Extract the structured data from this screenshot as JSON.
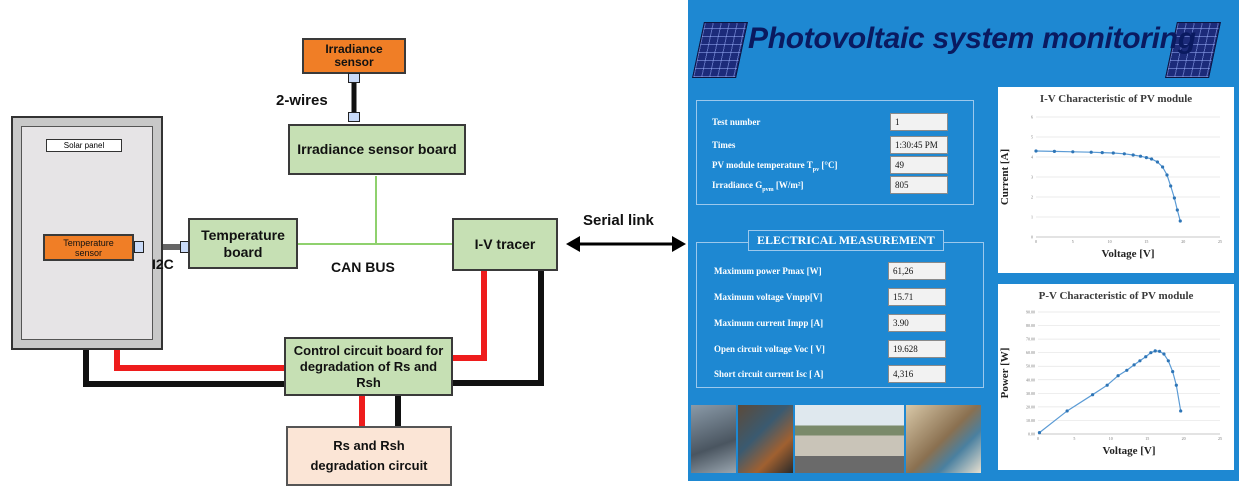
{
  "diagram": {
    "solar_panel_label": "Solar panel",
    "temperature_sensor_label": "Temperature sensor",
    "i2c_label": "I2C",
    "temperature_board_label": "Temperature board",
    "irradiance_sensor_label": "Irradiance sensor",
    "two_wires_label": "2-wires",
    "irradiance_board_label": "Irradiance sensor board",
    "can_bus_label": "CAN BUS",
    "iv_tracer_label": "I-V tracer",
    "serial_link_label": "Serial link",
    "control_board_label": "Control circuit board for degradation of Rs and Rsh",
    "degradation_circuit_label": "Rs and Rsh degradation circuit"
  },
  "monitor": {
    "title": "Photovoltaic system monitoring",
    "info_fields": [
      {
        "label": "Test number",
        "value": "1"
      },
      {
        "label": "Times",
        "value": "1:30:45 PM"
      },
      {
        "label": "PV module temperature T",
        "sub": "pv",
        "unit": " [°C]",
        "value": "49"
      },
      {
        "label": "Irradiance G",
        "sub": "pvm",
        "unit": " [W/m²]",
        "value": "805"
      }
    ],
    "elec_title": "ELECTRICAL MEASUREMENT",
    "elec_fields": [
      {
        "label": "Maximum power Pmax  [W]",
        "value": "61,26"
      },
      {
        "label": "Maximum voltage Vmpp[V]",
        "value": "15.71"
      },
      {
        "label": "Maximum current Impp [A]",
        "value": "3.90"
      },
      {
        "label": "Open circuit voltage Voc [ V]",
        "value": "19.628"
      },
      {
        "label": "Short circuit current Isc [ A]",
        "value": "4,316"
      }
    ],
    "colors": {
      "panel_bg": "#1e88d2",
      "title": "#0a1a60",
      "series": "#5b9bd5"
    }
  },
  "chart_data": [
    {
      "type": "line",
      "title": "I-V Characteristic of PV module",
      "xlabel": "Voltage [V]",
      "ylabel": "Current [A]",
      "xlim": [
        0,
        25
      ],
      "ylim": [
        0,
        6
      ],
      "x_ticks": [
        "0",
        "5",
        "10",
        "15",
        "20",
        "25"
      ],
      "y_ticks": [
        "0",
        "1",
        "2",
        "3",
        "4",
        "5",
        "6"
      ],
      "grid": true,
      "x": [
        0,
        2.5,
        5,
        7.5,
        9,
        10.5,
        12,
        13.2,
        14.2,
        15,
        15.7,
        16.5,
        17.2,
        17.8,
        18.3,
        18.8,
        19.2,
        19.6
      ],
      "y": [
        4.3,
        4.28,
        4.26,
        4.24,
        4.22,
        4.2,
        4.16,
        4.1,
        4.04,
        3.97,
        3.9,
        3.75,
        3.5,
        3.1,
        2.55,
        1.95,
        1.35,
        0.8
      ]
    },
    {
      "type": "line",
      "title": "P-V Characteristic of PV module",
      "xlabel": "Voltage [V]",
      "ylabel": "Power [W]",
      "xlim": [
        0,
        25
      ],
      "ylim": [
        0,
        90
      ],
      "x_ticks": [
        "0",
        "5",
        "10",
        "15",
        "20",
        "25"
      ],
      "y_ticks": [
        "0.00",
        "10.00",
        "20.00",
        "30.00",
        "40.00",
        "50.00",
        "60.00",
        "70.00",
        "80.00",
        "90.00"
      ],
      "grid": true,
      "x": [
        0.2,
        4,
        7.5,
        9.5,
        11,
        12.2,
        13.2,
        14,
        14.8,
        15.5,
        16.1,
        16.7,
        17.3,
        17.9,
        18.5,
        19,
        19.6
      ],
      "y": [
        1,
        17,
        29,
        36,
        43,
        47,
        51,
        54,
        57,
        60,
        61.3,
        61,
        59,
        54,
        46,
        36,
        17
      ]
    }
  ]
}
